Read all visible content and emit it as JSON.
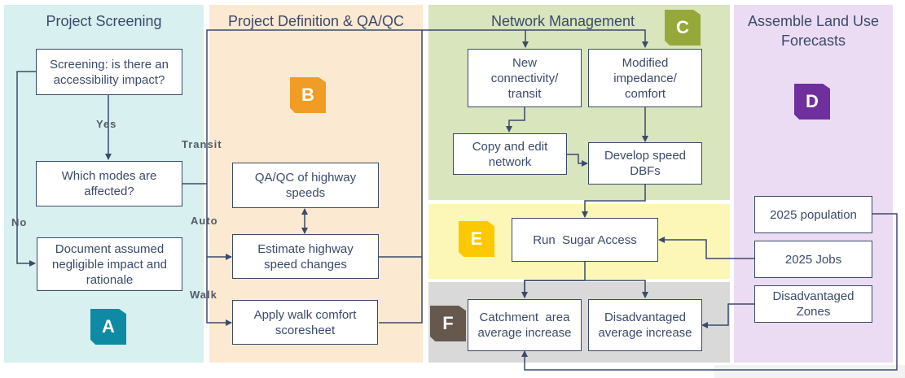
{
  "panels": {
    "A": {
      "title": "Project Screening",
      "badge": "A",
      "color": "#d8f0f0",
      "badge_color": "#0e8aa3"
    },
    "B": {
      "title": "Project Definition & QA/QC",
      "badge": "B",
      "color": "#fbe9d2",
      "badge_color": "#f09c25"
    },
    "C": {
      "title": "Network Management",
      "badge": "C",
      "color": "#d9e5bd",
      "badge_color": "#96a83a"
    },
    "D": {
      "title": "Assemble Land Use Forecasts",
      "badge": "D",
      "color": "#ebdcf3",
      "badge_color": "#6f2f9c"
    },
    "E": {
      "badge": "E",
      "color": "#fcf7b6",
      "badge_color": "#fcc800"
    },
    "F": {
      "badge": "F",
      "color": "#d9d9d9",
      "badge_color": "#66584d"
    }
  },
  "boxes": {
    "screening": "Screening: is there an accessibility impact?",
    "which_modes": "Which modes are affected?",
    "document": "Document assumed negligible impact and rationale",
    "qaqc": "QA/QC of highway speeds",
    "estimate": "Estimate highway speed changes",
    "walk": "Apply walk comfort scoresheet",
    "new_conn": "New connectivity/ transit",
    "modified": "Modified impedance/ comfort",
    "copy_edit": "Copy and edit network",
    "develop": "Develop speed DBFs",
    "run_sugar": "Run  Sugar Access",
    "catchment": "Catchment  area average increase",
    "disadv_avg": "Disadvantaged average increase",
    "pop": "2025 population",
    "jobs": "2025 Jobs",
    "disadv_zones": "Disadvantaged Zones"
  },
  "edge_labels": {
    "yes": "Yes",
    "no": "No",
    "transit": "Transit",
    "auto": "Auto",
    "walk": "Walk"
  }
}
